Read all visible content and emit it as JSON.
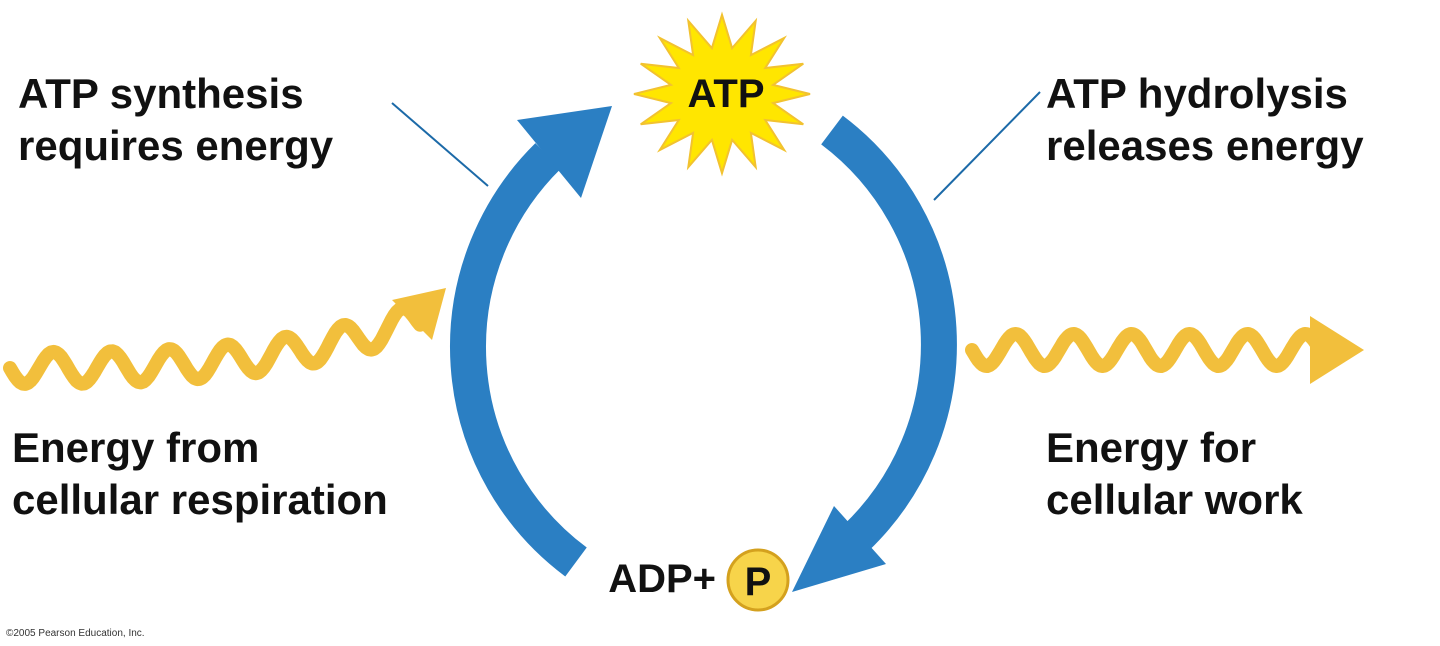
{
  "diagram": {
    "atp_label": "ATP",
    "adp_label": "ADP+",
    "phosphate_label": "P",
    "synthesis": {
      "line1": "ATP synthesis",
      "line2": "requires energy"
    },
    "hydrolysis": {
      "line1": "ATP hydrolysis",
      "line2": "releases energy"
    },
    "energy_in": {
      "line1": "Energy from",
      "line2": "cellular respiration"
    },
    "energy_out": {
      "line1": "Energy for",
      "line2": "cellular work"
    },
    "credit": "©2005 Pearson Education, Inc."
  },
  "colors": {
    "cycle_arrow": "#2b7fc3",
    "energy_wave": "#f2bf3c",
    "atp_burst": "#ffe600",
    "atp_burst_edge": "#f2c230",
    "phosphate_fill": "#f7d44a",
    "phosphate_edge": "#d4a11e",
    "leader_line": "#1c6aa8"
  }
}
